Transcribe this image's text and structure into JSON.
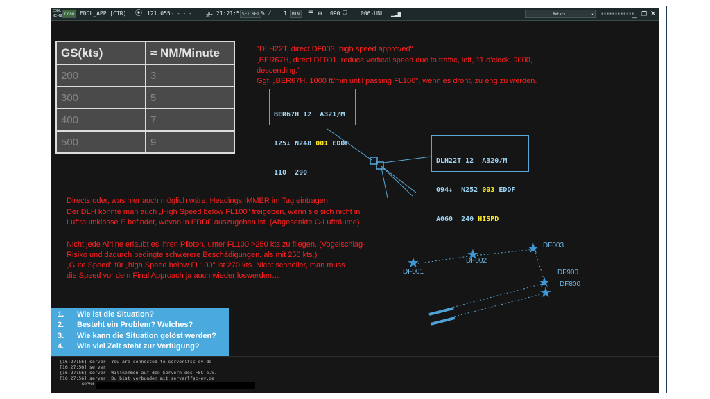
{
  "toolbar": {
    "atis_line1": "EDDL",
    "atis_line2": "NE+ND",
    "sector_btn": "Conn",
    "title": "EDDL_APP [CTR]",
    "frequency": "121.055",
    "dashes": "- - - -",
    "zulu_label": "UTC",
    "time": "21:21:53",
    "sct_label": "SCT",
    "btn_set1": "SET",
    "btn_set2": "SET",
    "level_value": "1",
    "min_label": "MIN",
    "heading_value": "090",
    "unl_label": "006-UNL",
    "metars_label": "Metars"
  },
  "gs_table": {
    "headers": [
      "GS(kts)",
      "≈ NM/Minute"
    ],
    "rows": [
      [
        "200",
        "3"
      ],
      [
        "300",
        "5"
      ],
      [
        "400",
        "7"
      ],
      [
        "500",
        "9"
      ]
    ]
  },
  "instructions": {
    "line1": "\"DLH22T, direct DF003, high speed approved\"",
    "line2": "„BER67H, direct DF001, reduce vertical speed due to traffic, left, 11 o'clock, 9000,",
    "line3": "descending.\"",
    "line4": "Ggf. „BER67H, 1000 ft/min until passing FL100\", wenn es droht, zu eng zu werden."
  },
  "notes": {
    "p1_l1": "Directs oder, was hier auch möglich wäre, Headings IMMER im Tag eintragen.",
    "p1_l2": "Der DLH könnte man auch „High Speed below FL100\" freigeben, wenn sie sich nicht in",
    "p1_l3": "Luftraumklasse E befindet, wovon in EDDF auszugehen ist. (Abgesenkte C-Lufträume)",
    "p2_l1": "Nicht jede Airline erlaubt es ihren Piloten, unter FL100 >250 kts zu fliegen. (Vogelschlag-",
    "p2_l2": "Risiko und dadurch bedingte schwerere Beschädigungen, als mit 250 kts.)",
    "p2_l3": "„Gute Speed\" für „high Speed below FL100\" ist 270 kts. Nicht schneller, man muss",
    "p2_l4": "die Speed vor dem Final Approach ja auch wieder loswerden…"
  },
  "tag_ber": {
    "line1": "BER67H 12  A321/M",
    "l2_a": "125↓ N248 ",
    "l2_dir": "001",
    "l2_b": " EDDF",
    "line3": "110  290"
  },
  "tag_dlh": {
    "line1": "DLH22T 12  A320/M",
    "l2_a": "094↓  N252 ",
    "l2_dir": "003",
    "l2_b": " EDDF",
    "l3_a": "A060  240 ",
    "l3_hi": "HISPD"
  },
  "waypoints": {
    "df001": "DF001",
    "df002": "DF002",
    "df003": "DF003",
    "df900": "DF900",
    "df800": "DF800"
  },
  "questions": [
    {
      "num": "1.",
      "text": "Wie ist die Situation?"
    },
    {
      "num": "2.",
      "text": "Besteht ein Problem? Welches?"
    },
    {
      "num": "3.",
      "text": "Wie kann die Situation gelöst werden?"
    },
    {
      "num": "4.",
      "text": "Wie viel Zeit steht zur Verfügung?"
    }
  ],
  "console": {
    "lines": [
      "[16:27:56] server: You are connected to serverlfsc-ev.de",
      "[16:27:56] server:",
      "[16:27:56] server: Willkommen auf den Servern des FSC e.V.",
      "[16:27:56] server: Du bist verbunden mit serverlfsc-ev.de"
    ],
    "input_label": "server"
  },
  "colors": {
    "background": "#151515",
    "note_red": "#ff2020",
    "tag_blue": "#9fd3f2",
    "accent_yellow": "#ffee22",
    "question_box": "#4aa9dd"
  }
}
